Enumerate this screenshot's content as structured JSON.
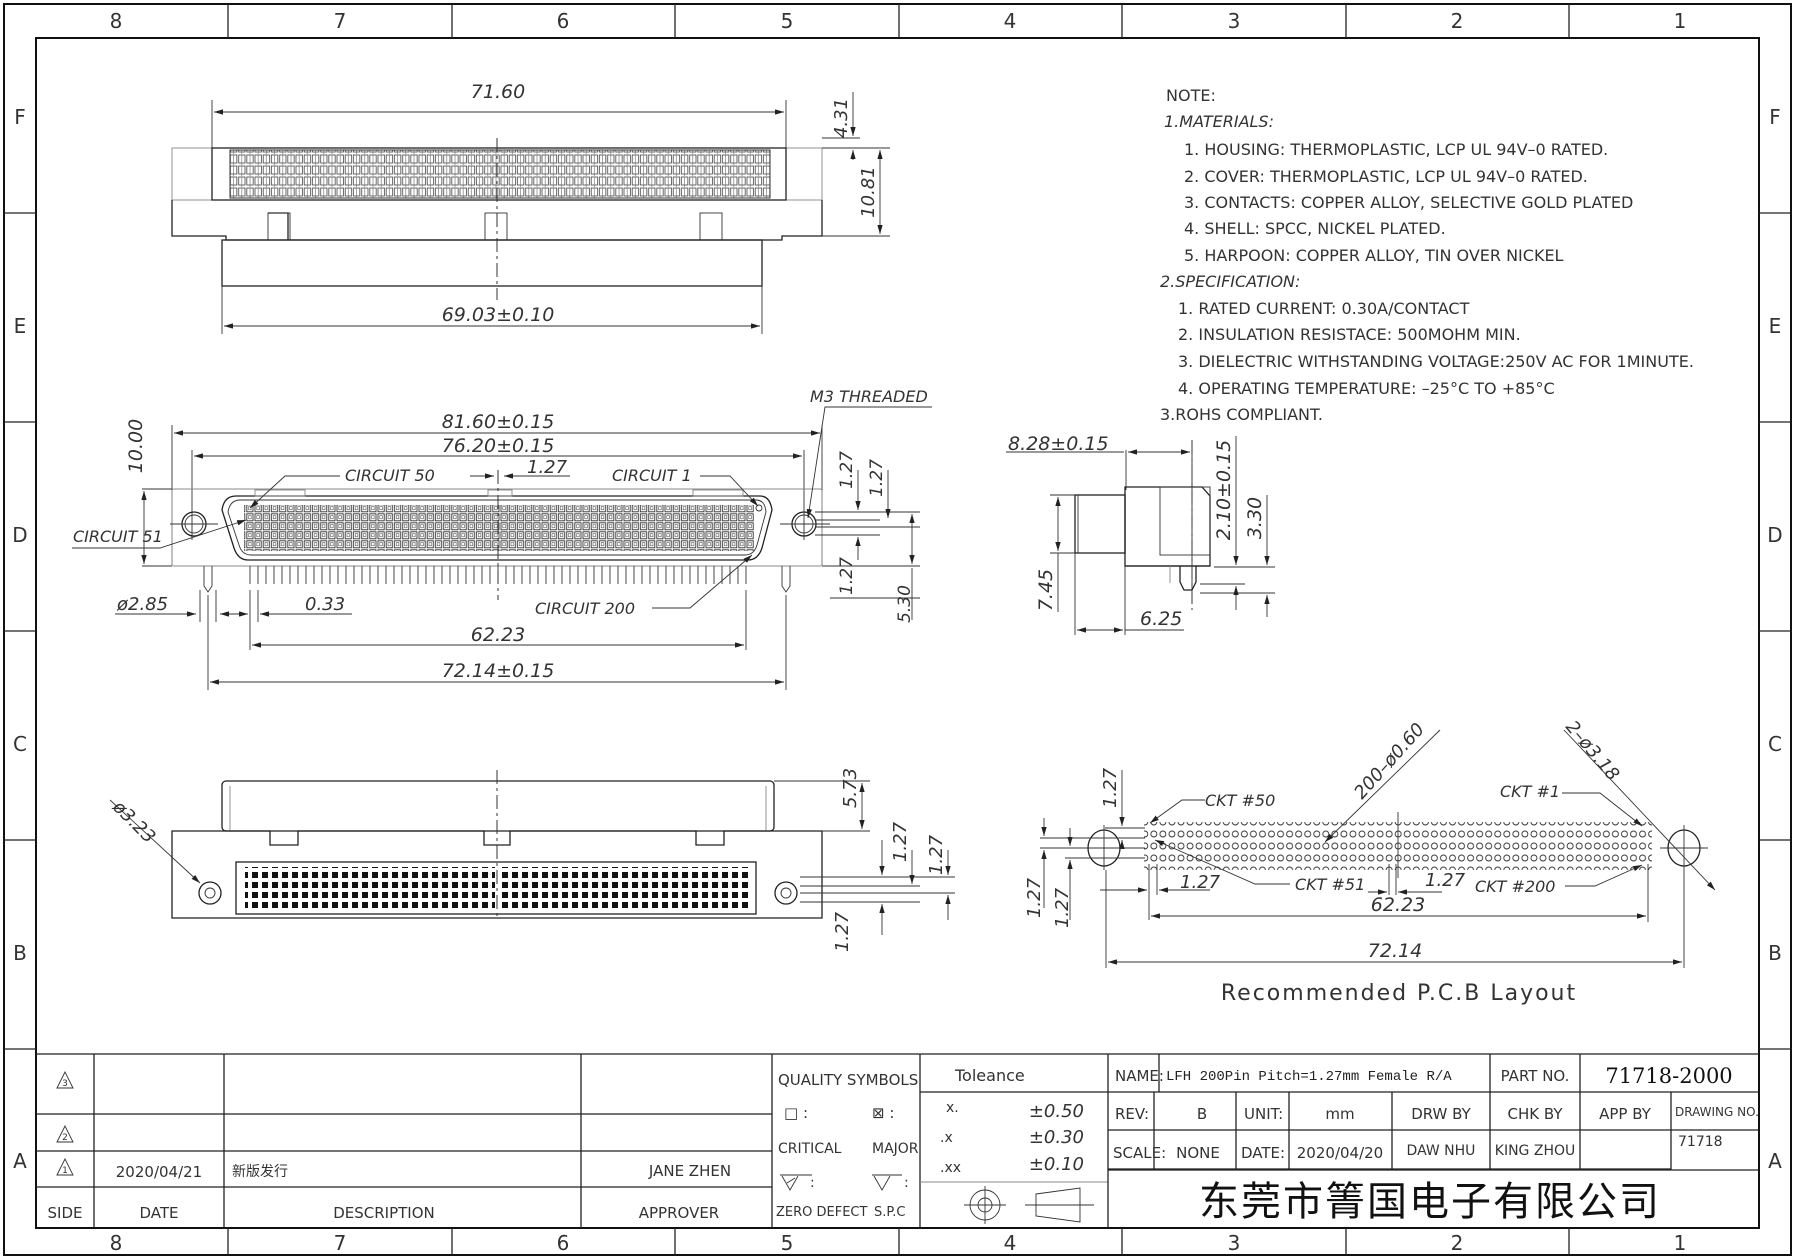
{
  "frame": {
    "columns_top": [
      "8",
      "7",
      "6",
      "5",
      "4",
      "3",
      "2",
      "1"
    ],
    "columns_bottom": [
      "8",
      "7",
      "6",
      "5",
      "4",
      "3",
      "2",
      "1"
    ],
    "rows_left": [
      "F",
      "E",
      "D",
      "C",
      "B",
      "A"
    ],
    "rows_right": [
      "F",
      "E",
      "D",
      "C",
      "B",
      "A"
    ]
  },
  "top_view": {
    "dim_width": "71.60",
    "dim_height_1": "4.31",
    "dim_height_2": "10.81",
    "dim_bottom": "69.03±0.10"
  },
  "front_view": {
    "dim_overall": "81.60±0.15",
    "dim_mount": "76.20±0.15",
    "dim_height": "10.00",
    "dim_pitch": "1.27",
    "label_circuit_50": "CIRCUIT  50",
    "label_circuit_1": "CIRCUIT  1",
    "label_circuit_51": "CIRCUIT  51",
    "label_circuit_200": "CIRCUIT  200",
    "label_m3": "M3  THREADED",
    "dim_right_1": "1.27",
    "dim_right_2": "1.27",
    "dim_right_3": "1.27",
    "dim_right_4": "5.30",
    "dim_hole": "ø2.85",
    "dim_pin": "0.33",
    "dim_pins": "62.23",
    "dim_bottom": "72.14±0.15"
  },
  "side_view": {
    "dim_depth": "8.28±0.15",
    "dim_1": "2.10±0.15",
    "dim_2": "3.30",
    "dim_3": "7.45",
    "dim_4": "6.25"
  },
  "bottom_view": {
    "dim_hole": "ø3.23",
    "dim_1": "5.73",
    "dim_2": "1.27",
    "dim_3": "1.27",
    "dim_4": "1.27"
  },
  "pcb_layout": {
    "title": "Recommended P.C.B Layout",
    "label_ckt50": "CKT  #50",
    "label_ckt1": "CKT  #1",
    "label_ckt51": "CKT  #51",
    "label_ckt200": "CKT  #200",
    "holes": "200–ø0.60",
    "mount_holes": "2–ø3.18",
    "dim_pitch_a": "1.27",
    "dim_pitch_b": "1.27",
    "dim_v1": "1.27",
    "dim_v2": "1.27",
    "dim_v3": "1.27",
    "dim_pins": "62.23",
    "dim_total": "72.14"
  },
  "notes": {
    "heading": "NOTE:",
    "materials_heading": "1.MATERIALS:",
    "materials": [
      "1.  HOUSING:  THERMOPLASTIC,  LCP  UL  94V–0  RATED.",
      "2.  COVER:  THERMOPLASTIC,  LCP  UL  94V–0  RATED.",
      "3.  CONTACTS:  COPPER  ALLOY,  SELECTIVE  GOLD  PLATED",
      "4.  SHELL:  SPCC,  NICKEL  PLATED.",
      "5.  HARPOON:  COPPER  ALLOY,  TIN  OVER  NICKEL"
    ],
    "spec_heading": "2.SPECIFICATION:",
    "specs": [
      "1.  RATED  CURRENT:  0.30A/CONTACT",
      "2.  INSULATION  RESISTACE:  500MOHM  MIN.",
      "3.  DIELECTRIC  WITHSTANDING  VOLTAGE:250V  AC  FOR  1MINUTE.",
      "4.  OPERATING  TEMPERATURE:  –25°C  TO  +85°C"
    ],
    "rohs": "3.ROHS  COMPLIANT."
  },
  "revision_table": {
    "rows": [
      {
        "side": "3",
        "date": "",
        "description": "",
        "approver": ""
      },
      {
        "side": "2",
        "date": "",
        "description": "",
        "approver": ""
      },
      {
        "side": "1",
        "date": "2020/04/21",
        "description": "新版发行",
        "approver": "JANE  ZHEN"
      }
    ],
    "headers": {
      "side": "SIDE",
      "date": "DATE",
      "description": "DESCRIPTION",
      "approver": "APPROVER"
    }
  },
  "quality": {
    "title": "QUALITY  SYMBOLS",
    "critical_symbol": "□ :",
    "major_symbol": "⊠ :",
    "critical": "CRITICAL",
    "major": "MAJOR",
    "zero_defect_symbol": ":",
    "spc_symbol": ":",
    "zero_defect": "ZERO  DEFECT",
    "spc": "S.P.C"
  },
  "tolerance": {
    "title": "Toleance",
    "rows": [
      {
        "key": "x.",
        "value": "±0.50"
      },
      {
        "key": ".x",
        "value": "±0.30"
      },
      {
        "key": ".xx",
        "value": "±0.10"
      }
    ]
  },
  "title_block": {
    "name_label": "NAME:",
    "name_value": "LFH 200Pin Pitch=1.27mm Female R/A",
    "part_no_label": "PART  NO.",
    "part_no_value": "71718-2000",
    "rev_label": "REV:",
    "rev_value": "B",
    "unit_label": "UNIT:",
    "unit_value": "mm",
    "drw_by_label": "DRW  BY",
    "chk_by_label": "CHK  BY",
    "app_by_label": "APP  BY",
    "drawing_no_label": "DRAWING  NO.",
    "drawing_no_value": "71718",
    "scale_label": "SCALE:",
    "scale_value": "NONE",
    "date_label": "DATE:",
    "date_value": "2020/04/20",
    "drw_by_value": "DAW  NHU",
    "chk_by_value": "KING  ZHOU",
    "app_by_value": "",
    "company": "东莞市箐国电子有限公司"
  }
}
